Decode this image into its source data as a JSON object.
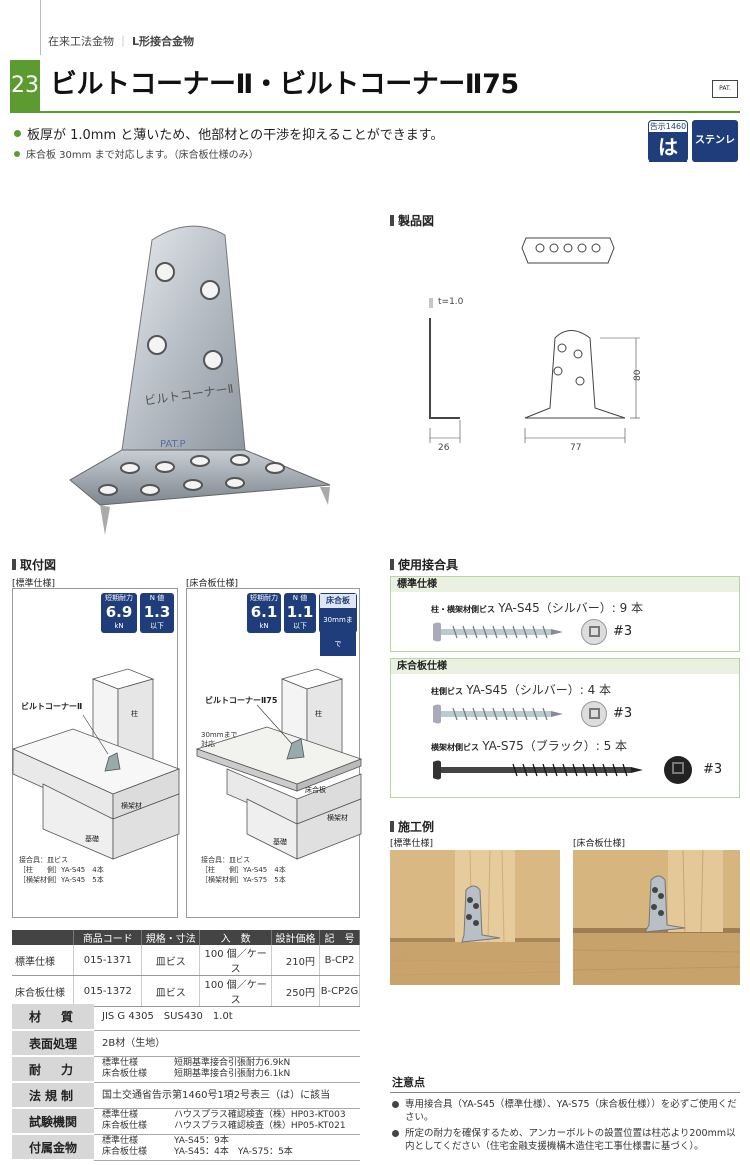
{
  "header": {
    "breadcrumb_1": "在来工法金物",
    "breadcrumb_2": "L形接合金物",
    "number": "23",
    "title": "ビルトコーナーⅡ・ビルトコーナーⅡ75",
    "pat": "PAT."
  },
  "features": {
    "main": "板厚が 1.0mm と薄いため、他部材との干渉を抑えることができます。",
    "sub": "床合板 30mm まで対応します。（床合板仕様のみ）"
  },
  "badges": {
    "notice_label": "告示1460",
    "notice_char": "は",
    "material": "ステンレス"
  },
  "product_drawing": {
    "heading": "製品図",
    "thickness": "t=1.0",
    "dim_26": "26",
    "dim_77": "77",
    "dim_80": "80"
  },
  "photo": {
    "stamp": "ビルトコーナーⅡ",
    "brand": "PAT.P"
  },
  "mounting": {
    "heading": "取付図",
    "standard_label": "[標準仕様]",
    "floor_label": "[床合板仕様]",
    "short_term_label": "短期耐力",
    "n_value_label": "N 値",
    "std_short_value": "6.9",
    "std_n_value": "1.3",
    "floor_short_value": "6.1",
    "floor_n_value": "1.1",
    "unit_kn": "kN",
    "unit_below": "以下",
    "floor_badge_1": "床合板",
    "floor_badge_2": "30mmまで",
    "std_product_label": "ビルトコーナーⅡ",
    "floor_product_label": "ビルトコーナーⅡ75",
    "pillar": "柱",
    "beam": "横架材",
    "foundation": "基礎",
    "floor_board": "床合板",
    "floor_note_1": "30mmまで",
    "floor_note_2": "対応",
    "std_fixtures": "接合具：皿ビス",
    "std_fix_1": "［柱　　側］YA-S45　4本",
    "std_fix_2": "［横架材側］YA-S45　5本",
    "floor_fixtures": "接合具：皿ビス",
    "floor_fix_1": "［柱　　側］YA-S45　4本",
    "floor_fix_2": "［横架材側］YA-S75　5本"
  },
  "fasteners": {
    "heading": "使用接合具",
    "standard_bar": "標準仕様",
    "std_screw_label": "柱・横架材側ビス",
    "std_screw_name": "YA-S45（シルバー）: 9 本",
    "std_drive": "#3",
    "floor_bar": "床合板仕様",
    "floor_screw1_label": "柱側ビス",
    "floor_screw1_name": "YA-S45（シルバー）: 4 本",
    "floor_drive1": "#3",
    "floor_screw2_label": "横架材側ビス",
    "floor_screw2_name": "YA-S75（ブラック）: 5 本",
    "floor_drive2": "#3"
  },
  "examples": {
    "heading": "施工例",
    "standard_label": "[標準仕様]",
    "floor_label": "[床合板仕様]"
  },
  "product_table": {
    "headers": [
      "",
      "商品コード",
      "規格・寸法",
      "入　数",
      "設計価格",
      "記　号"
    ],
    "rows": [
      [
        "標準仕様",
        "015-1371",
        "皿ビス",
        "100 個／ケース",
        "210円",
        "B-CP2"
      ],
      [
        "床合板仕様",
        "015-1372",
        "皿ビス",
        "100 個／ケース",
        "250円",
        "B-CP2G"
      ]
    ]
  },
  "spec_table": {
    "material_h": "材　質",
    "material_v": "JIS G 4305　SUS430　1.0t",
    "surface_h": "表面処理",
    "surface_v": "2B材（生地）",
    "strength_h": "耐　力",
    "strength_v1": "標準仕様　　　　短期基準接合引張耐力6.9kN",
    "strength_v2": "床合板仕様　　　短期基準接合引張耐力6.1kN",
    "law_h": "法規制",
    "law_v": "国土交通省告示第1460号1項2号表三（は）に該当",
    "test_h": "試験機関",
    "test_v1": "標準仕様　　　　ハウスプラス確認検査（株）HP03-KT003",
    "test_v2": "床合板仕様　　　ハウスプラス確認検査（株）HP05-KT021",
    "accessory_h": "付属金物",
    "accessory_v1": "標準仕様　　　　YA-S45：9本",
    "accessory_v2": "床合板仕様　　　YA-S45：4本　YA-S75：5本"
  },
  "notes": {
    "heading": "注意点",
    "n1": "専用接合具（YA-S45（標準仕様）、YA-S75（床合板仕様））を必ずご使用ください。",
    "n2": "所定の耐力を確保するため、アンカーボルトの設置位置は柱芯より200mm以内としてください（住宅金融支援機構木造住宅工事仕様書に基づく）。"
  },
  "colors": {
    "accent": "#5c9b2f",
    "dark": "#444444",
    "navy": "#1f3d7a"
  }
}
